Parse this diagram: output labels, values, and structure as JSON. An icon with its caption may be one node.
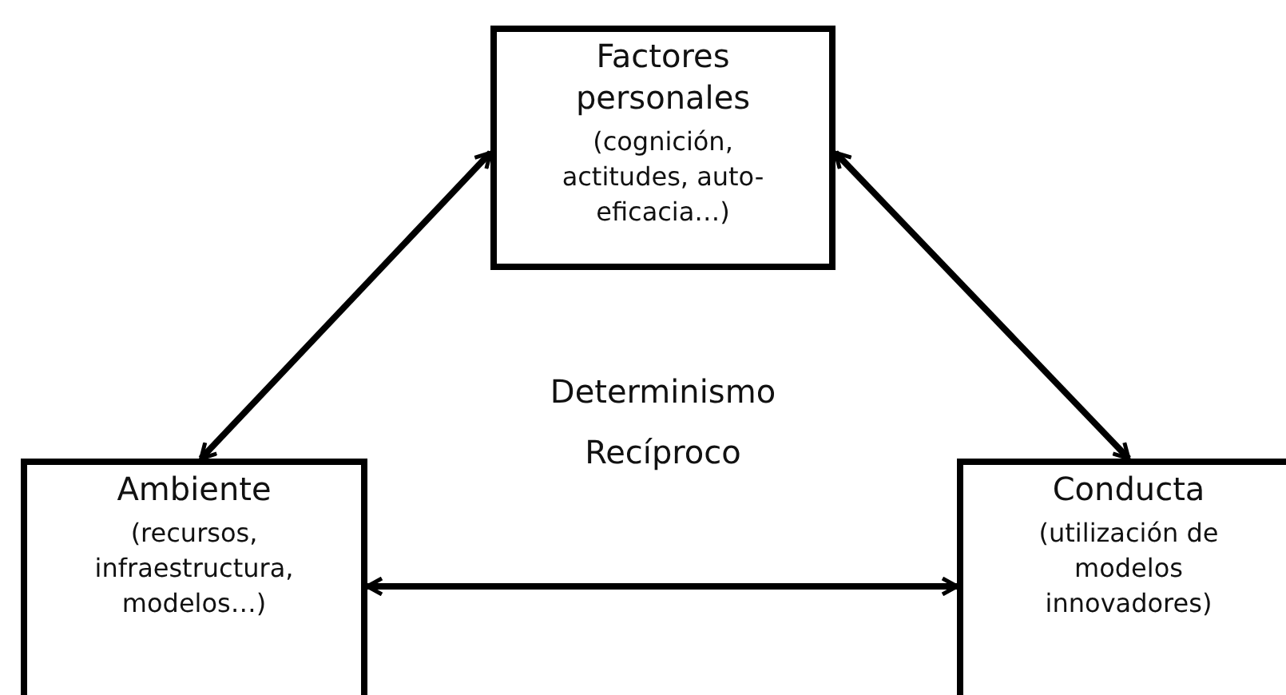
{
  "diagram": {
    "nodes": [
      {
        "text": [
          "Factores personales",
          "(cognición, actitudes, auto-eficacia…)"
        ]
      },
      {
        "text": [
          "Ambiente",
          "(recursos, infraestructura, modelos…)"
        ]
      },
      {
        "text": [
          "Conducta",
          "(utilización de modelos innovadores)"
        ]
      }
    ],
    "edges": [
      {
        "from": 0,
        "to": 1,
        "arrow": "both"
      },
      {
        "from": 0,
        "to": 2,
        "arrow": "both"
      },
      {
        "from": 1,
        "to": 2,
        "arrow": "both"
      }
    ],
    "labels": [
      "Determinismo Recíproco"
    ]
  }
}
